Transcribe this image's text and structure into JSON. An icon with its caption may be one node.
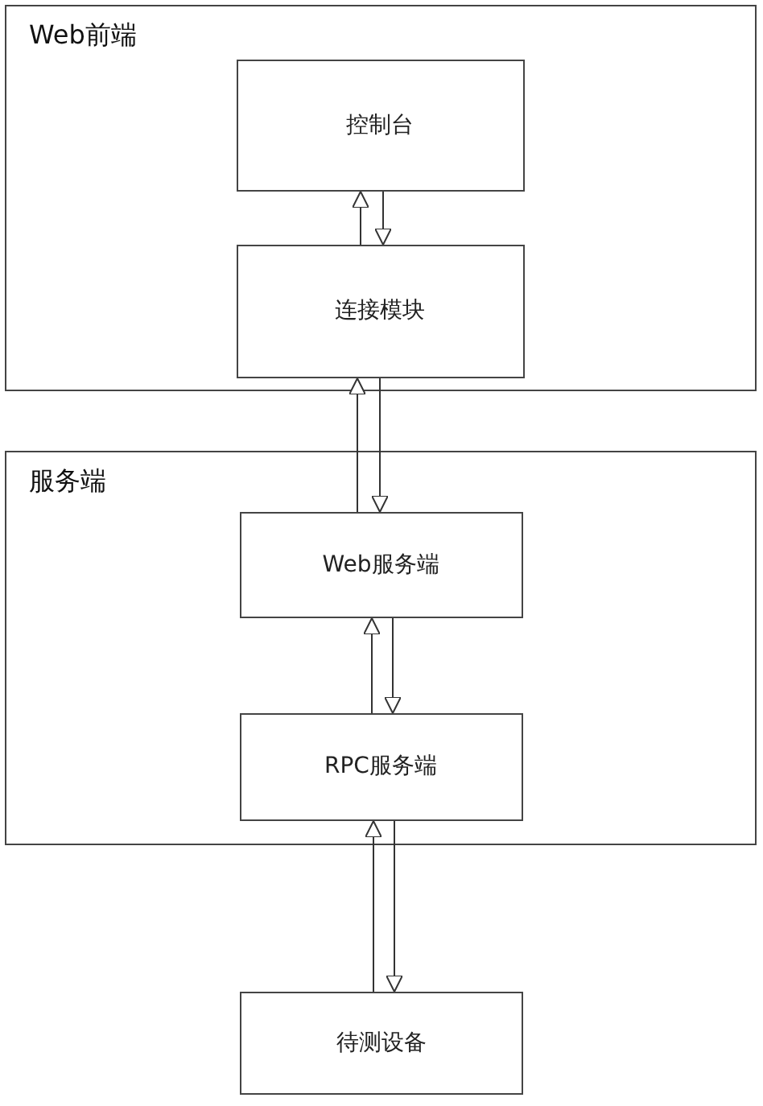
{
  "diagram": {
    "nodes": [
      {
        "text": [
          "Web前端"
        ]
      },
      {
        "text": [
          "控制台"
        ],
        "in": 0
      },
      {
        "text": [
          "连接模块"
        ],
        "in": 0
      },
      {
        "text": [
          "服务端"
        ]
      },
      {
        "text": [
          "Web服务端"
        ],
        "in": 3
      },
      {
        "text": [
          "RPC服务端"
        ],
        "in": 3
      },
      {
        "text": [
          "待测设备"
        ]
      }
    ],
    "edges": [
      {
        "from": 2,
        "to": 1,
        "arrow": "to"
      },
      {
        "from": 1,
        "to": 2,
        "arrow": "to"
      },
      {
        "from": 4,
        "to": 2,
        "arrow": "to"
      },
      {
        "from": 2,
        "to": 4,
        "arrow": "to"
      },
      {
        "from": 5,
        "to": 4,
        "arrow": "to"
      },
      {
        "from": 4,
        "to": 5,
        "arrow": "to"
      },
      {
        "from": 6,
        "to": 5,
        "arrow": "to"
      },
      {
        "from": 5,
        "to": 6,
        "arrow": "to"
      }
    ]
  }
}
